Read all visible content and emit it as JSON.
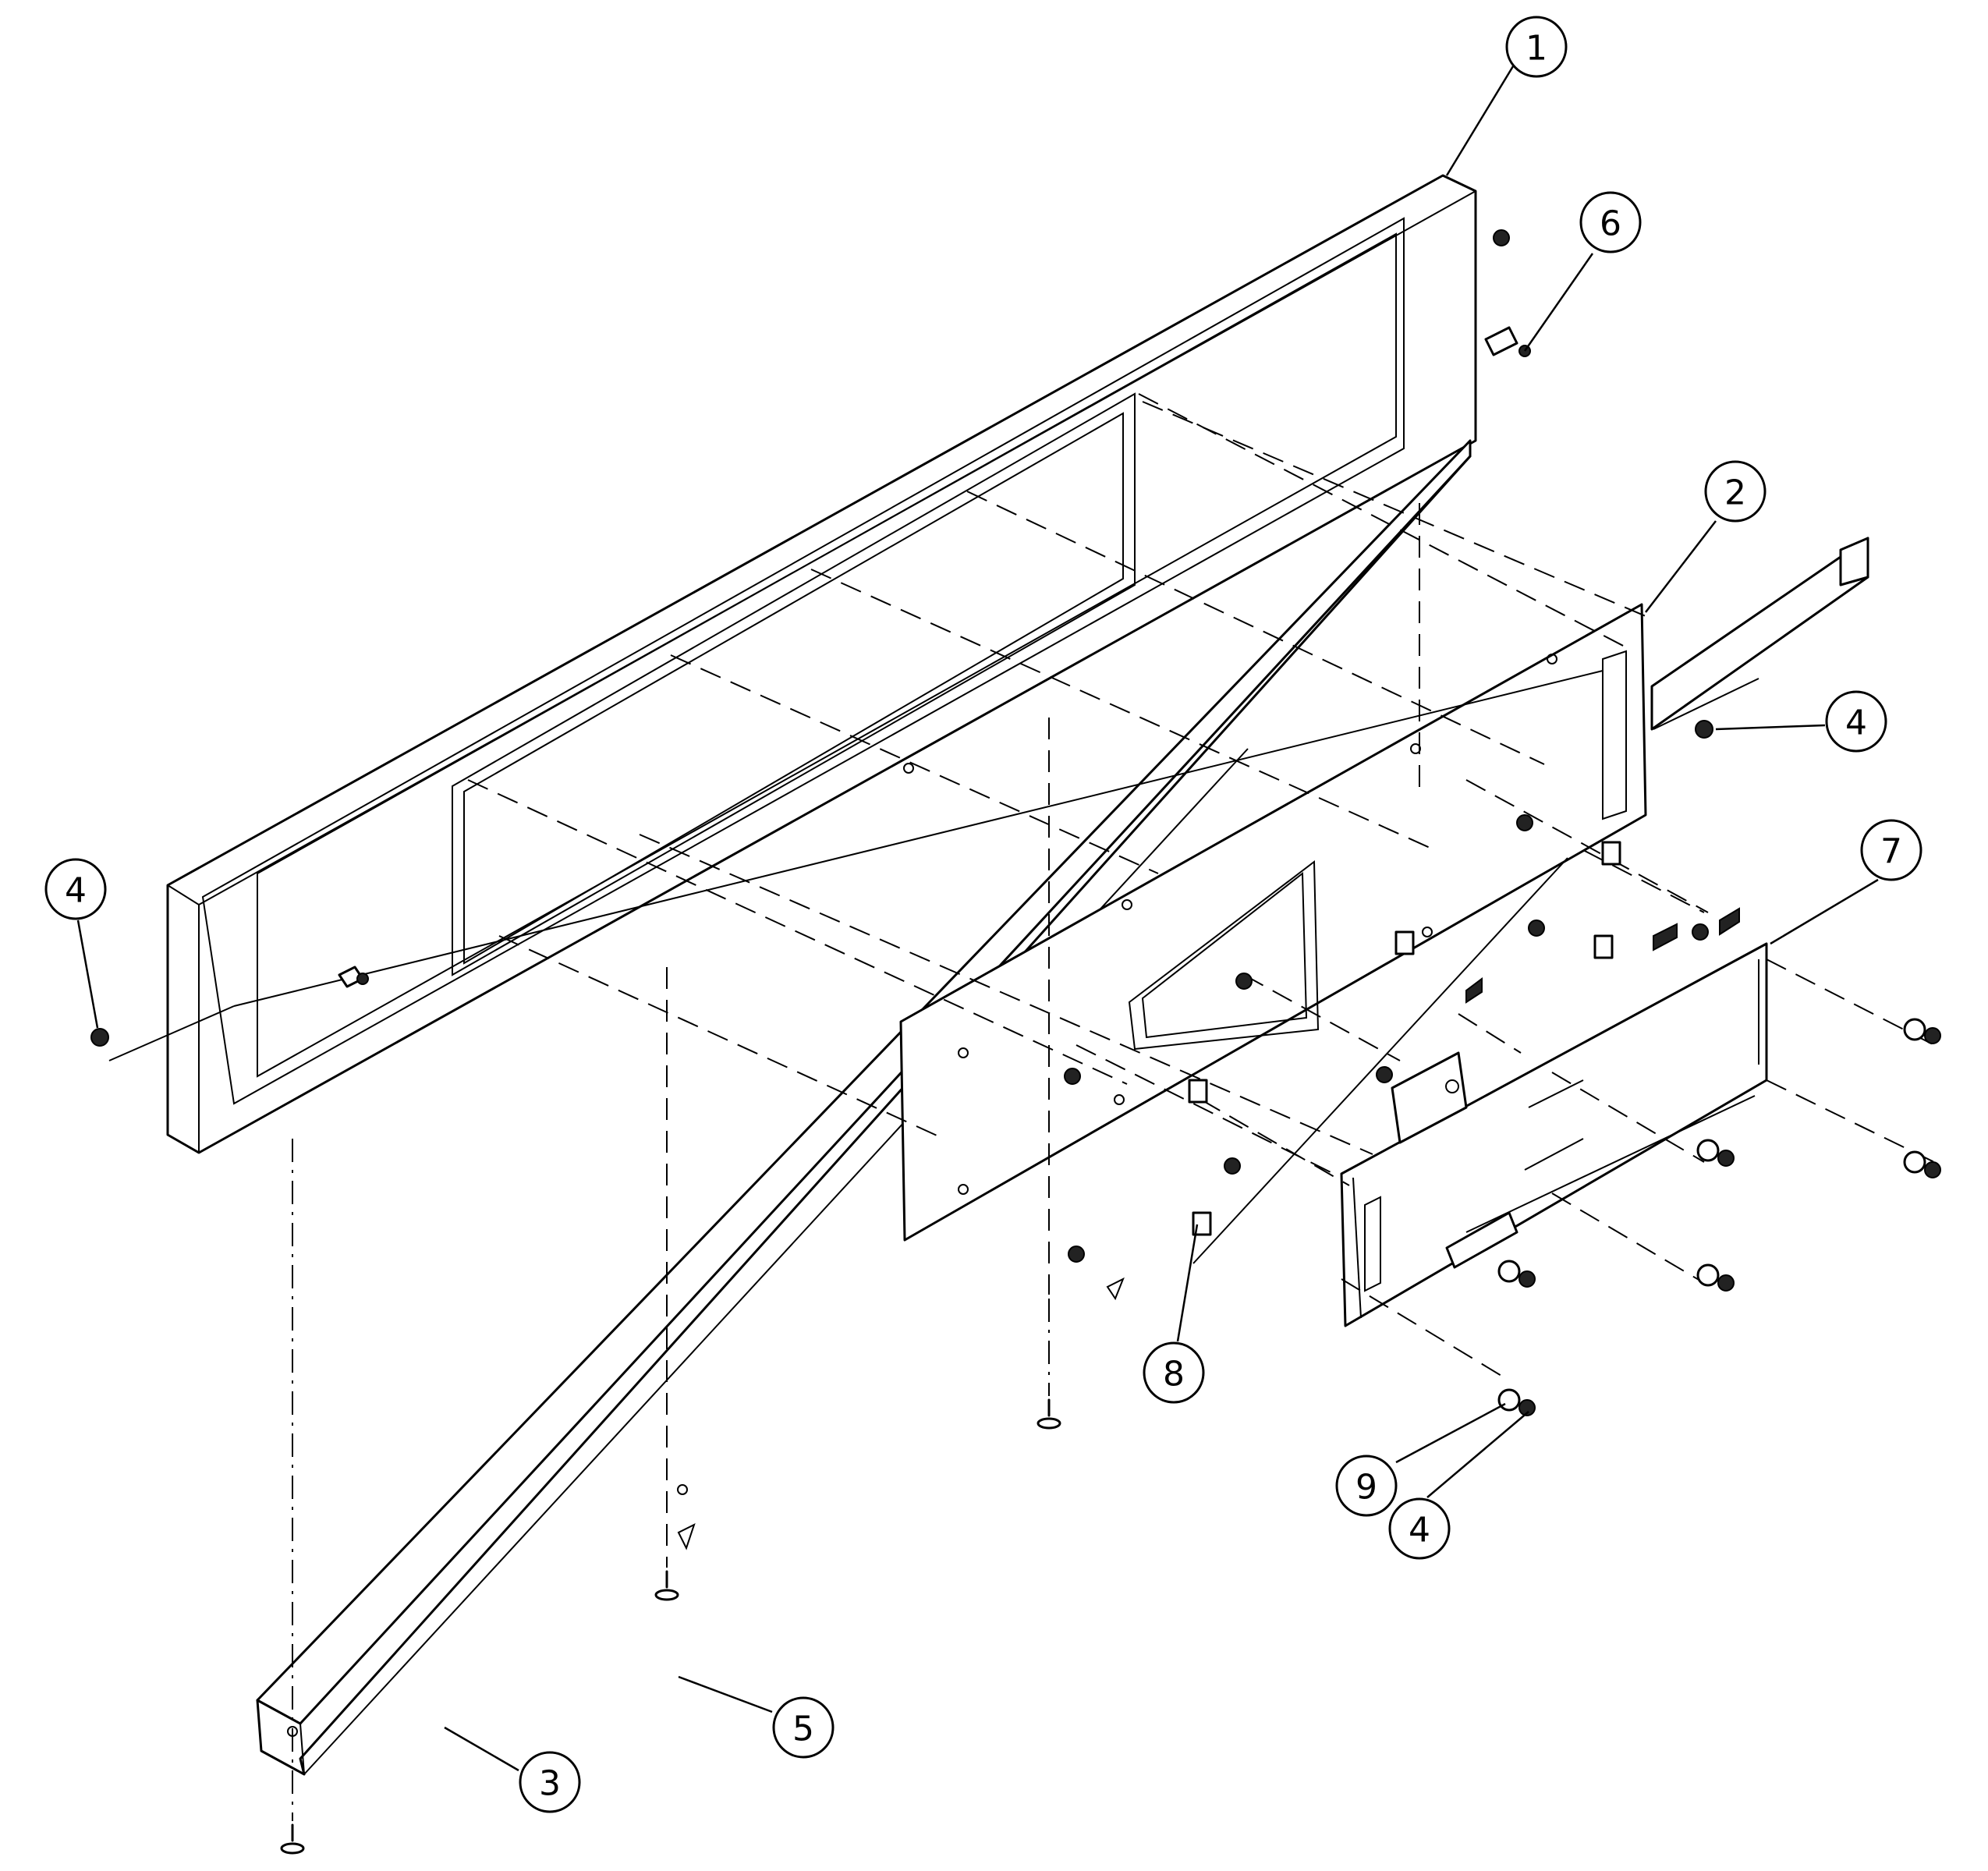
{
  "callouts": [
    {
      "id": "c1",
      "label": "1"
    },
    {
      "id": "c6",
      "label": "6"
    },
    {
      "id": "c2",
      "label": "2"
    },
    {
      "id": "c4a",
      "label": "4"
    },
    {
      "id": "c4b",
      "label": "4"
    },
    {
      "id": "c7",
      "label": "7"
    },
    {
      "id": "c8",
      "label": "8"
    },
    {
      "id": "c9",
      "label": "9"
    },
    {
      "id": "c4c",
      "label": "4"
    },
    {
      "id": "c5",
      "label": "5"
    },
    {
      "id": "c3",
      "label": "3"
    }
  ]
}
